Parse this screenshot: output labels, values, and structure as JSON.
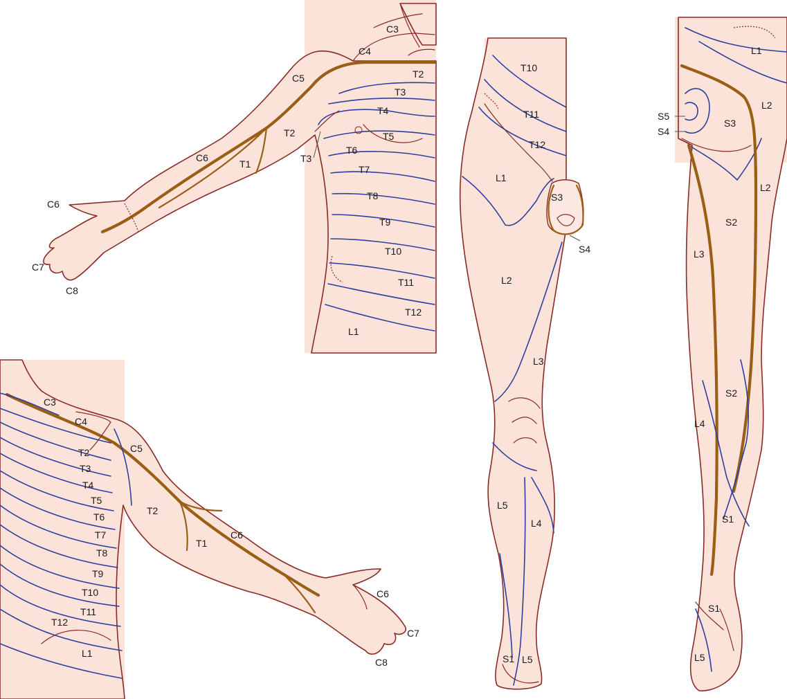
{
  "labels": {
    "arm_front": [
      "C3",
      "C4",
      "C5",
      "T2",
      "T3",
      "T4",
      "T5",
      "T6",
      "T7",
      "T8",
      "T9",
      "T10",
      "T11",
      "T12",
      "L1",
      "C6",
      "T1",
      "T2",
      "T3",
      "C6",
      "C7",
      "C8"
    ],
    "arm_back": [
      "C3",
      "C4",
      "C5",
      "T2",
      "T3",
      "T4",
      "T5",
      "T6",
      "T7",
      "T8",
      "T9",
      "T10",
      "T11",
      "T12",
      "L1",
      "T2",
      "T1",
      "C6",
      "C6",
      "C7",
      "C8"
    ],
    "leg_front": [
      "T10",
      "T11",
      "T12",
      "L1",
      "S3",
      "S4",
      "L2",
      "L3",
      "L5",
      "L4",
      "S1",
      "L5"
    ],
    "leg_back": [
      "L1",
      "L2",
      "S5",
      "S4",
      "S3",
      "L2",
      "S2",
      "L3",
      "S2",
      "L4",
      "S1",
      "S1",
      "L5"
    ]
  },
  "colors": {
    "skin": "#fbe3da",
    "outline": "#8a2a24",
    "dermatome_line": "#2f3f9e",
    "axial_line": "#9a5e14"
  }
}
